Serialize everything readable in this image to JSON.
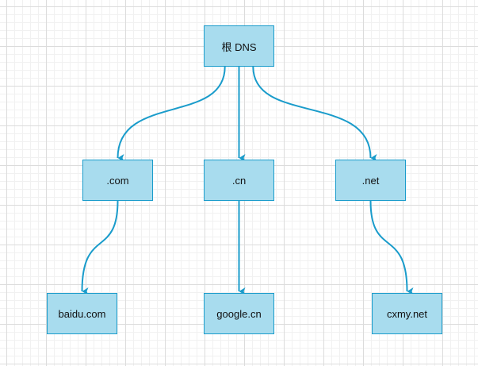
{
  "diagram": {
    "colors": {
      "node_fill": "#a8dcee",
      "node_border": "#1a9ccb",
      "edge": "#1a9ccb"
    },
    "nodes": {
      "root": "根 DNS",
      "com": ".com",
      "cn": ".cn",
      "net": ".net",
      "baidu": "baidu.com",
      "google": "google.cn",
      "cxmy": "cxmy.net"
    },
    "edges": [
      [
        "root",
        "com"
      ],
      [
        "root",
        "cn"
      ],
      [
        "root",
        "net"
      ],
      [
        "com",
        "baidu"
      ],
      [
        "cn",
        "google"
      ],
      [
        "net",
        "cxmy"
      ]
    ]
  }
}
